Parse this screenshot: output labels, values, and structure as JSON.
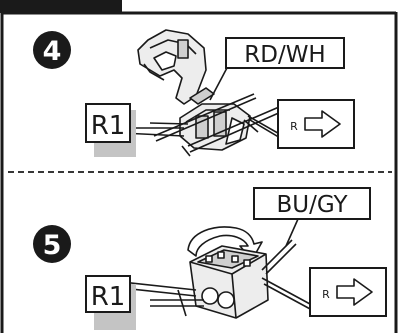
{
  "steps": [
    {
      "number": "4",
      "wire_label": "RD/WH",
      "position_label": "R1",
      "direction_label": "R"
    },
    {
      "number": "5",
      "wire_label": "BU/GY",
      "position_label": "R1",
      "direction_label": "R"
    }
  ],
  "colors": {
    "ink": "#1a1a1a",
    "shadow": "#c4c4c4",
    "part_fill": "#ededed",
    "part_shade": "#cfcfcf"
  }
}
